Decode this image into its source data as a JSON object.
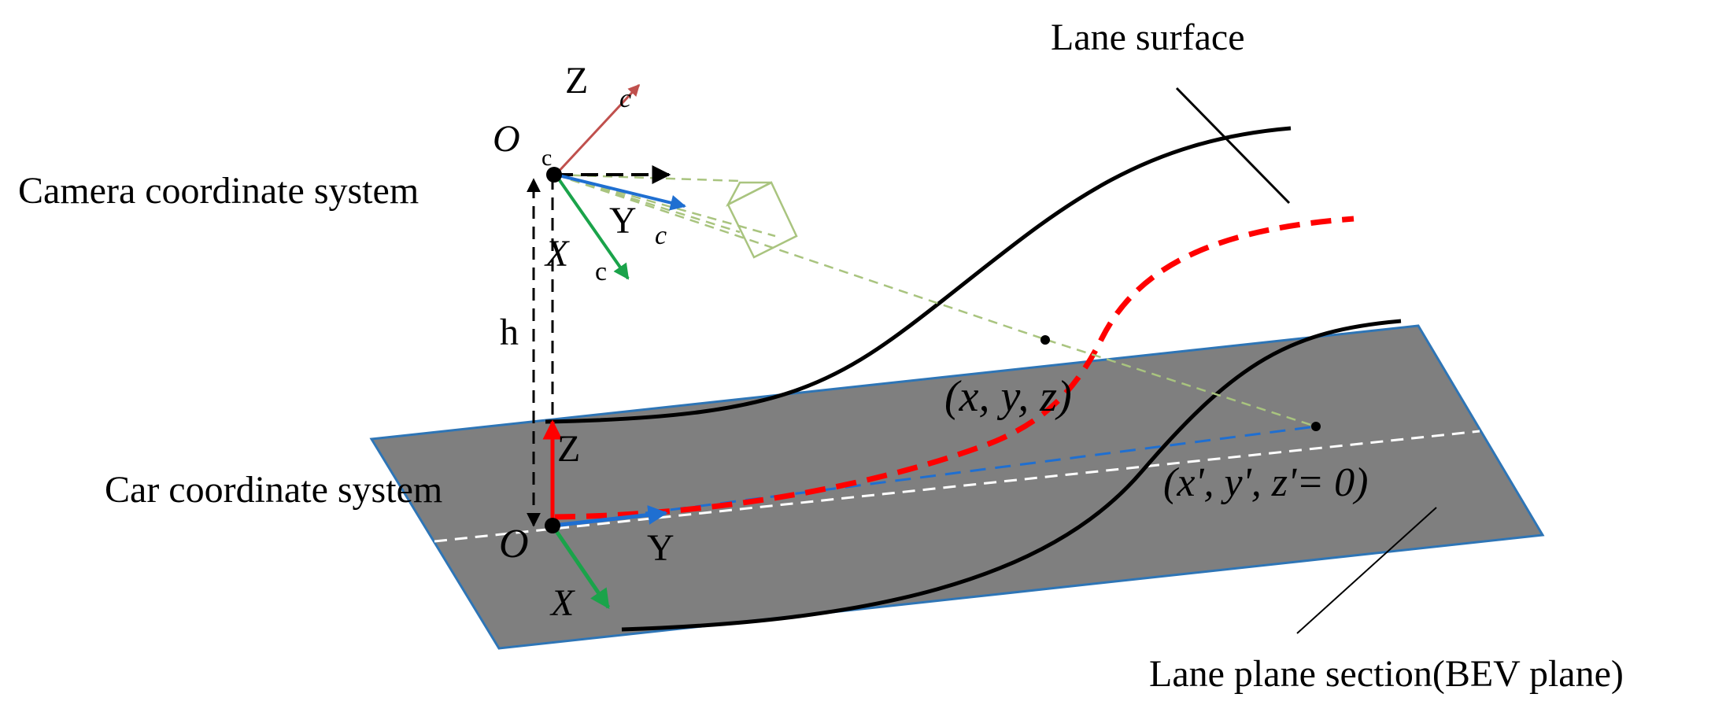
{
  "labels": {
    "lane_surface": "Lane surface",
    "camera_system": "Camera coordinate system",
    "car_system": "Car coordinate system",
    "lane_plane": "Lane plane section(BEV plane)",
    "height": "h",
    "point_3d": "(x, y, z)",
    "point_bev": "(x', y', z'= 0)"
  },
  "camera_axes": {
    "origin": "O",
    "origin_sub": "c",
    "z": "Z",
    "z_sub": "c",
    "y": "Y",
    "y_sub": "c",
    "x": "X",
    "x_sub": "c"
  },
  "car_axes": {
    "origin": "O",
    "z": "Z",
    "y": "Y",
    "x": "X"
  },
  "colors": {
    "plane_fill": "#7f7f7f",
    "plane_edge": "#2e75b6",
    "lane_line": "#000000",
    "projected_lane": "#ff0000",
    "ray": "#a9c47f",
    "axis_red": "#ff0000",
    "axis_blue": "#1f6fd1",
    "axis_green": "#1aa34a",
    "axis_brown": "#c0504d",
    "ref_white": "#ffffff"
  }
}
